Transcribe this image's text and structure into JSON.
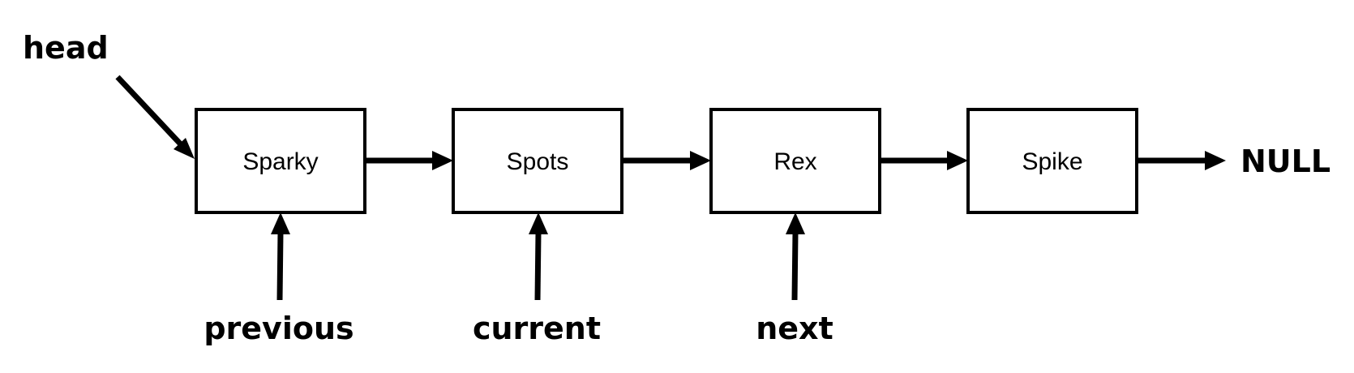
{
  "nodes": [
    {
      "name": "Sparky"
    },
    {
      "name": "Spots"
    },
    {
      "name": "Rex"
    },
    {
      "name": "Spike"
    }
  ],
  "terminal": "NULL",
  "pointers": {
    "head": "head",
    "previous": "previous",
    "current": "current",
    "next": "next"
  }
}
